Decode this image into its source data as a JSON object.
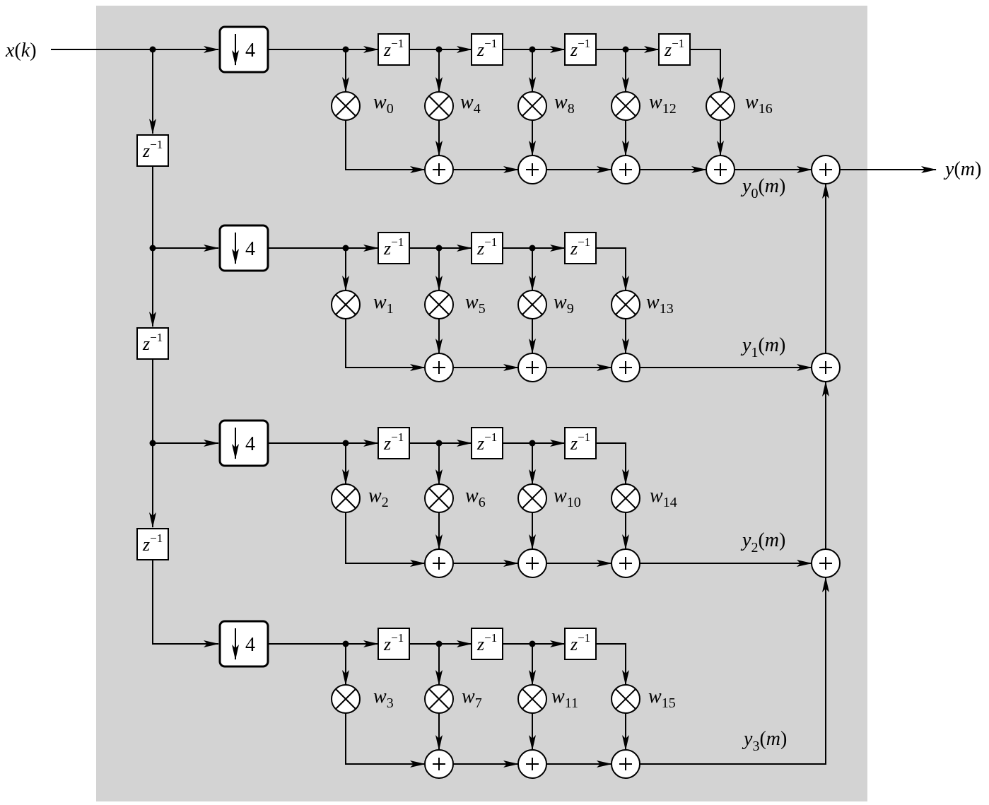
{
  "input_label": {
    "name": "x",
    "arg": "k"
  },
  "output_label": {
    "name": "y",
    "arg": "m"
  },
  "decimator_label": "4",
  "delay_label": {
    "base": "z",
    "exp": "−1"
  },
  "tap_prefix": "w",
  "branches": [
    {
      "output": {
        "name": "y",
        "sub": "0",
        "arg": "m"
      },
      "weights": [
        "0",
        "4",
        "8",
        "12",
        "16"
      ]
    },
    {
      "output": {
        "name": "y",
        "sub": "1",
        "arg": "m"
      },
      "weights": [
        "1",
        "5",
        "9",
        "13"
      ]
    },
    {
      "output": {
        "name": "y",
        "sub": "2",
        "arg": "m"
      },
      "weights": [
        "2",
        "6",
        "10",
        "14"
      ]
    },
    {
      "output": {
        "name": "y",
        "sub": "3",
        "arg": "m"
      },
      "weights": [
        "3",
        "7",
        "11",
        "15"
      ]
    }
  ],
  "colors": {
    "panel": "#d3d3d3",
    "line": "#000000",
    "box": "#ffffff"
  }
}
